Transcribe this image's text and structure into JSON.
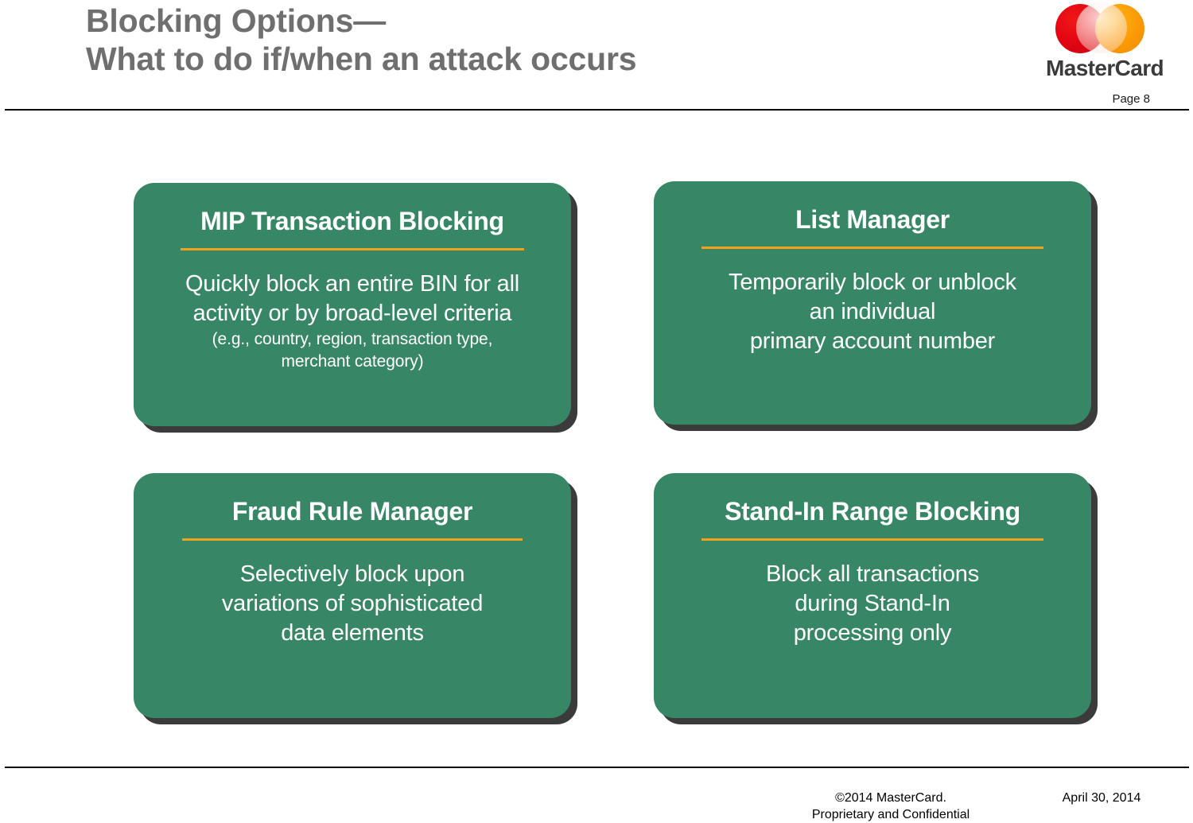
{
  "slide": {
    "title": "Blocking Options—\nWhat to do if/when an attack occurs",
    "title_color": "#6f6f6f",
    "page_label": "Page 8"
  },
  "brand": {
    "wordmark": "MasterCard",
    "logo_icon": "mastercard-logo-icon",
    "red_circle_color": "#e30613",
    "orange_circle_color": "#fb9c07"
  },
  "theme": {
    "card_green": "#378766",
    "divider_orange": "#f2a11c",
    "card_shadow": "#3b3b3b",
    "card_text": "#ffffff"
  },
  "cards": [
    {
      "id": "mip",
      "title": "MIP Transaction Blocking",
      "body": "Quickly block an entire BIN for all\nactivity or by broad-level criteria",
      "note": "(e.g., country, region, transaction type,\nmerchant category)"
    },
    {
      "id": "list",
      "title": "List Manager",
      "body": "Temporarily block or unblock\nan individual\nprimary account number",
      "note": ""
    },
    {
      "id": "fraud",
      "title": "Fraud Rule Manager",
      "body": "Selectively block upon\nvariations of sophisticated\ndata elements",
      "note": ""
    },
    {
      "id": "standin",
      "title": "Stand-In Range Blocking",
      "body": "Block all transactions\nduring Stand-In\nprocessing only",
      "note": ""
    }
  ],
  "footer": {
    "copyright": "©2014 MasterCard.\nProprietary and Confidential",
    "date": "April 30, 2014"
  }
}
